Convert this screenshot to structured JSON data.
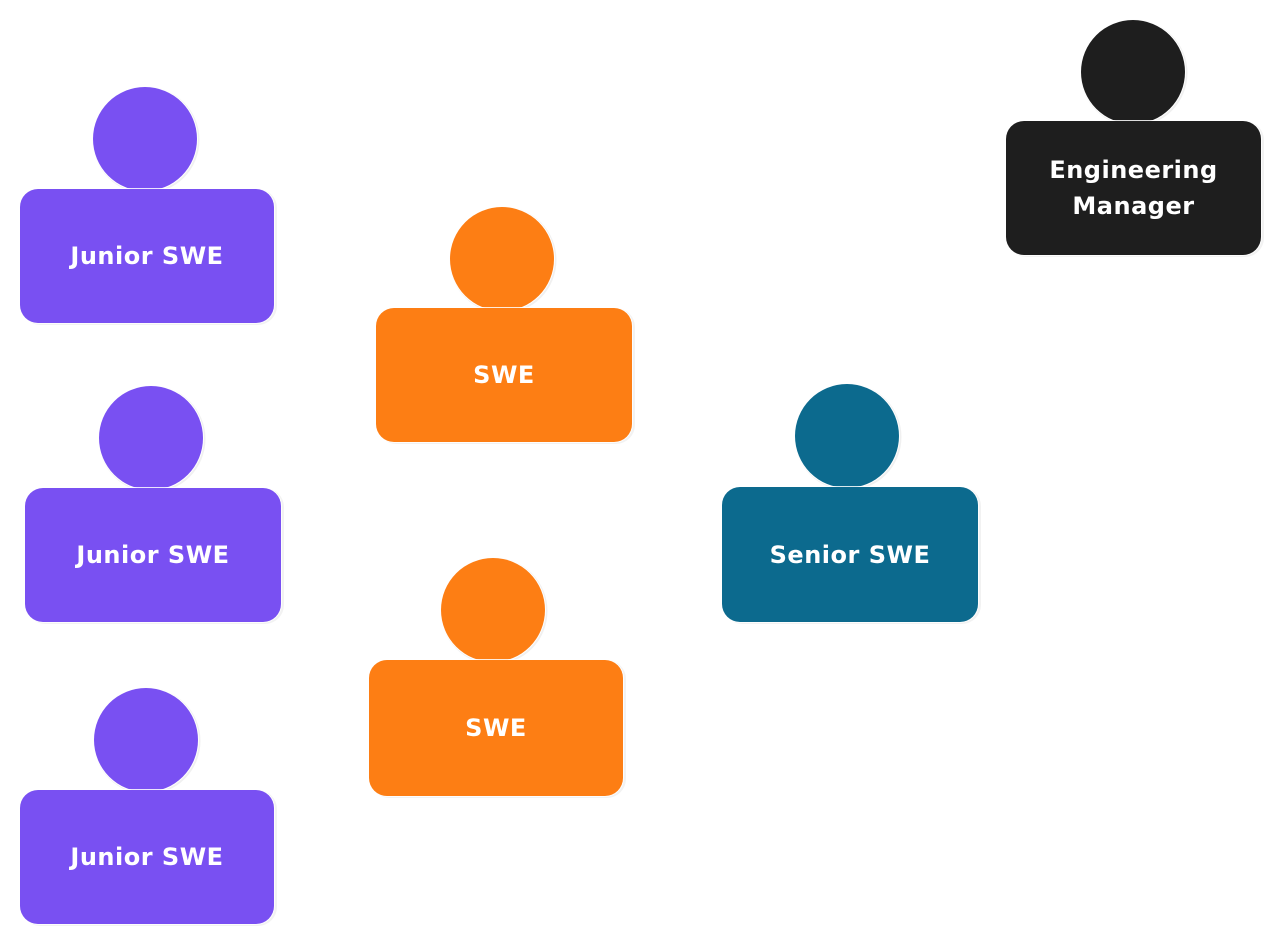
{
  "colors": {
    "junior": "#7950f2",
    "mid": "#fd7e14",
    "senior": "#0c6a8e",
    "manager": "#1e1e1e"
  },
  "people": [
    {
      "id": "junior-1",
      "role": "Junior SWE",
      "level": "junior"
    },
    {
      "id": "junior-2",
      "role": "Junior SWE",
      "level": "junior"
    },
    {
      "id": "junior-3",
      "role": "Junior SWE",
      "level": "junior"
    },
    {
      "id": "swe-1",
      "role": "SWE",
      "level": "mid"
    },
    {
      "id": "swe-2",
      "role": "SWE",
      "level": "mid"
    },
    {
      "id": "senior-1",
      "role": "Senior SWE",
      "level": "senior"
    },
    {
      "id": "manager-1",
      "role": "Engineering Manager",
      "level": "manager"
    }
  ]
}
